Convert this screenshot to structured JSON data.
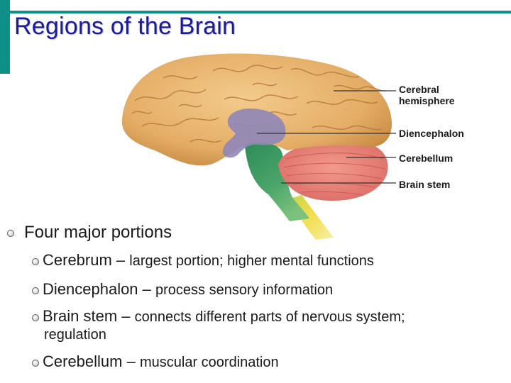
{
  "slide": {
    "title": "Regions of the Brain",
    "accent_color": "#0e8f87",
    "title_color": "#1a1a9c"
  },
  "diagram": {
    "labels": {
      "cerebral_hemisphere": [
        "Cerebral",
        "hemisphere"
      ],
      "diencephalon": "Diencephalon",
      "cerebellum": "Cerebellum",
      "brain_stem": "Brain stem"
    },
    "region_colors": {
      "cerebrum": "#e7b46f",
      "diencephalon": "#8f86b8",
      "cerebellum": "#eb8078",
      "brain_stem": "#3f9e63",
      "spinal_cord": "#f0d84c"
    }
  },
  "bullets": {
    "main": "Four major portions",
    "items": [
      {
        "term": "Cerebrum",
        "sep": " – ",
        "desc": "largest portion; higher mental functions"
      },
      {
        "term": "Diencephalon",
        "sep": " – ",
        "desc": "process sensory information"
      },
      {
        "term": "Brain stem",
        "sep": " – ",
        "desc": "connects different parts of nervous system;",
        "desc2": "regulation"
      },
      {
        "term": "Cerebellum",
        "sep": " – ",
        "desc": "muscular coordination"
      }
    ]
  }
}
